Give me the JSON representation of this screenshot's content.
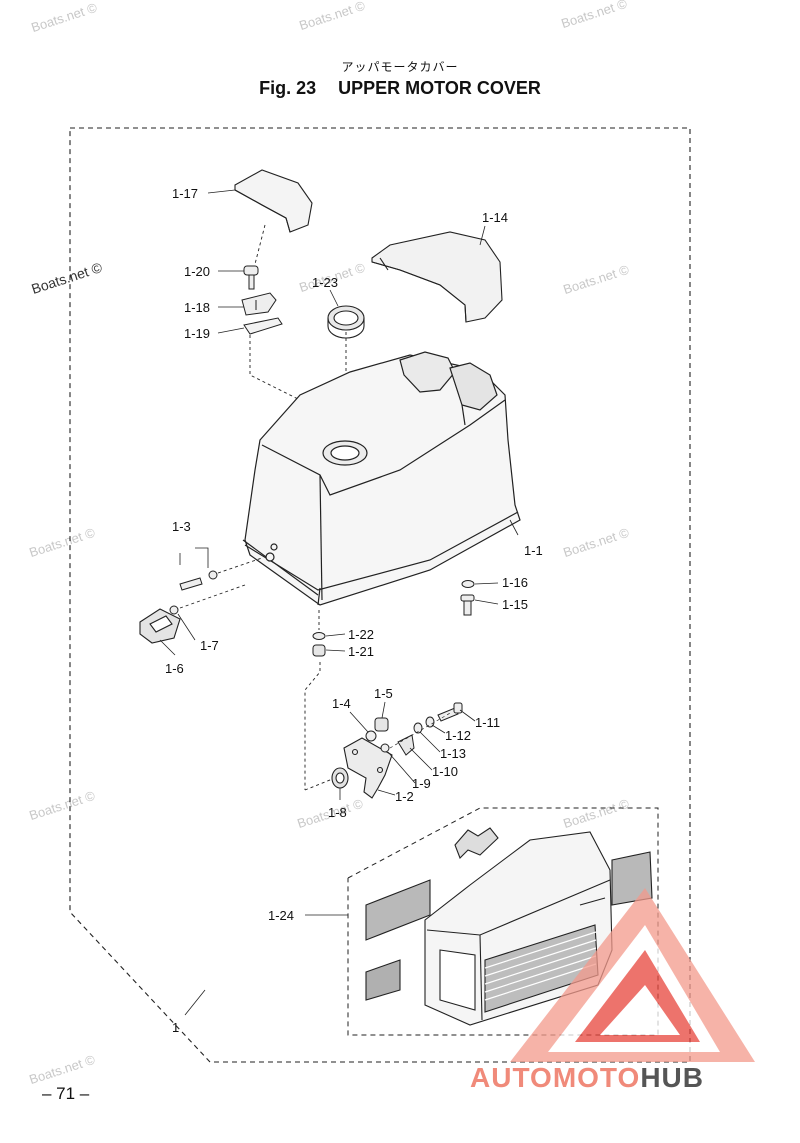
{
  "header": {
    "subtitle_jp": "アッパモータカバー",
    "fig_number": "Fig. 23",
    "fig_title": "UPPER MOTOR COVER"
  },
  "page_number": "– 71 –",
  "watermark": "Boats.net ©",
  "brand": {
    "part1": "AUTOMOTO",
    "part2": "HUB",
    "color_red": "#e8453c",
    "color_pink": "#f08a7a",
    "color_gray": "#555555"
  },
  "callouts": [
    {
      "id": "l-1-17",
      "text": "1-17"
    },
    {
      "id": "l-1-14",
      "text": "1-14"
    },
    {
      "id": "l-1-20",
      "text": "1-20"
    },
    {
      "id": "l-1-23",
      "text": "1-23"
    },
    {
      "id": "l-1-18",
      "text": "1-18"
    },
    {
      "id": "l-1-19",
      "text": "1-19"
    },
    {
      "id": "l-1-3",
      "text": "1-3"
    },
    {
      "id": "l-1-1",
      "text": "1-1"
    },
    {
      "id": "l-1-16",
      "text": "1-16"
    },
    {
      "id": "l-1-15",
      "text": "1-15"
    },
    {
      "id": "l-1-7",
      "text": "1-7"
    },
    {
      "id": "l-1-6",
      "text": "1-6"
    },
    {
      "id": "l-1-22",
      "text": "1-22"
    },
    {
      "id": "l-1-21",
      "text": "1-21"
    },
    {
      "id": "l-1-4",
      "text": "1-4"
    },
    {
      "id": "l-1-5",
      "text": "1-5"
    },
    {
      "id": "l-1-11",
      "text": "1-11"
    },
    {
      "id": "l-1-12",
      "text": "1-12"
    },
    {
      "id": "l-1-13",
      "text": "1-13"
    },
    {
      "id": "l-1-10",
      "text": "1-10"
    },
    {
      "id": "l-1-9",
      "text": "1-9"
    },
    {
      "id": "l-1-2",
      "text": "1-2"
    },
    {
      "id": "l-1-8",
      "text": "1-8"
    },
    {
      "id": "l-1-24",
      "text": "1-24"
    },
    {
      "id": "l-1",
      "text": "1"
    }
  ]
}
